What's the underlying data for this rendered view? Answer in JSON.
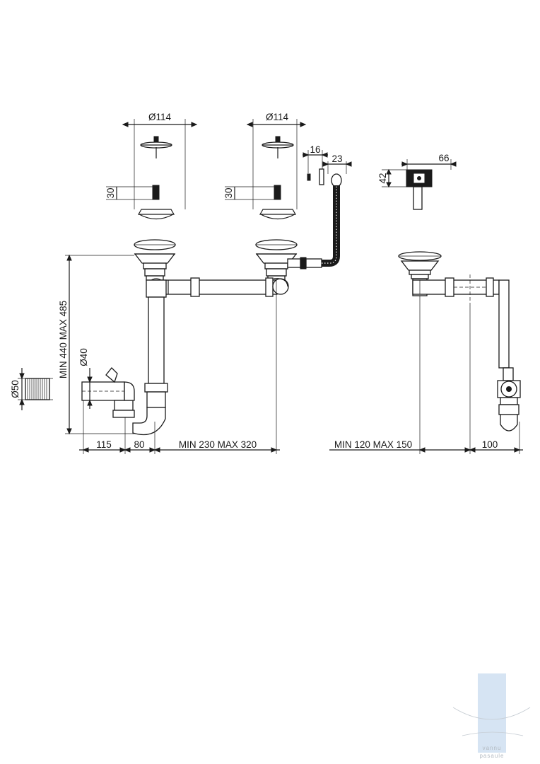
{
  "dimensions": {
    "strainer1_diameter": "Ø114",
    "strainer2_diameter": "Ø114",
    "strainer1_height": "30",
    "strainer2_height": "30",
    "overflow_button_width": "16",
    "overflow_width": "23",
    "fitting_width": "66",
    "fitting_height": "42",
    "side_inlet_diameter": "Ø40",
    "outlet_diameter": "Ø50",
    "trap_height": "MIN 440 MAX 485",
    "offset_115": "115",
    "offset_80": "80",
    "bowl_spacing": "MIN 230 MAX 320",
    "side_depth": "MIN 120 MAX 150",
    "side_100": "100"
  },
  "watermark": {
    "line1": "vannu",
    "line2": "pasaule"
  },
  "colors": {
    "line": "#1a1a1a",
    "watermark": "#c9dcef"
  }
}
